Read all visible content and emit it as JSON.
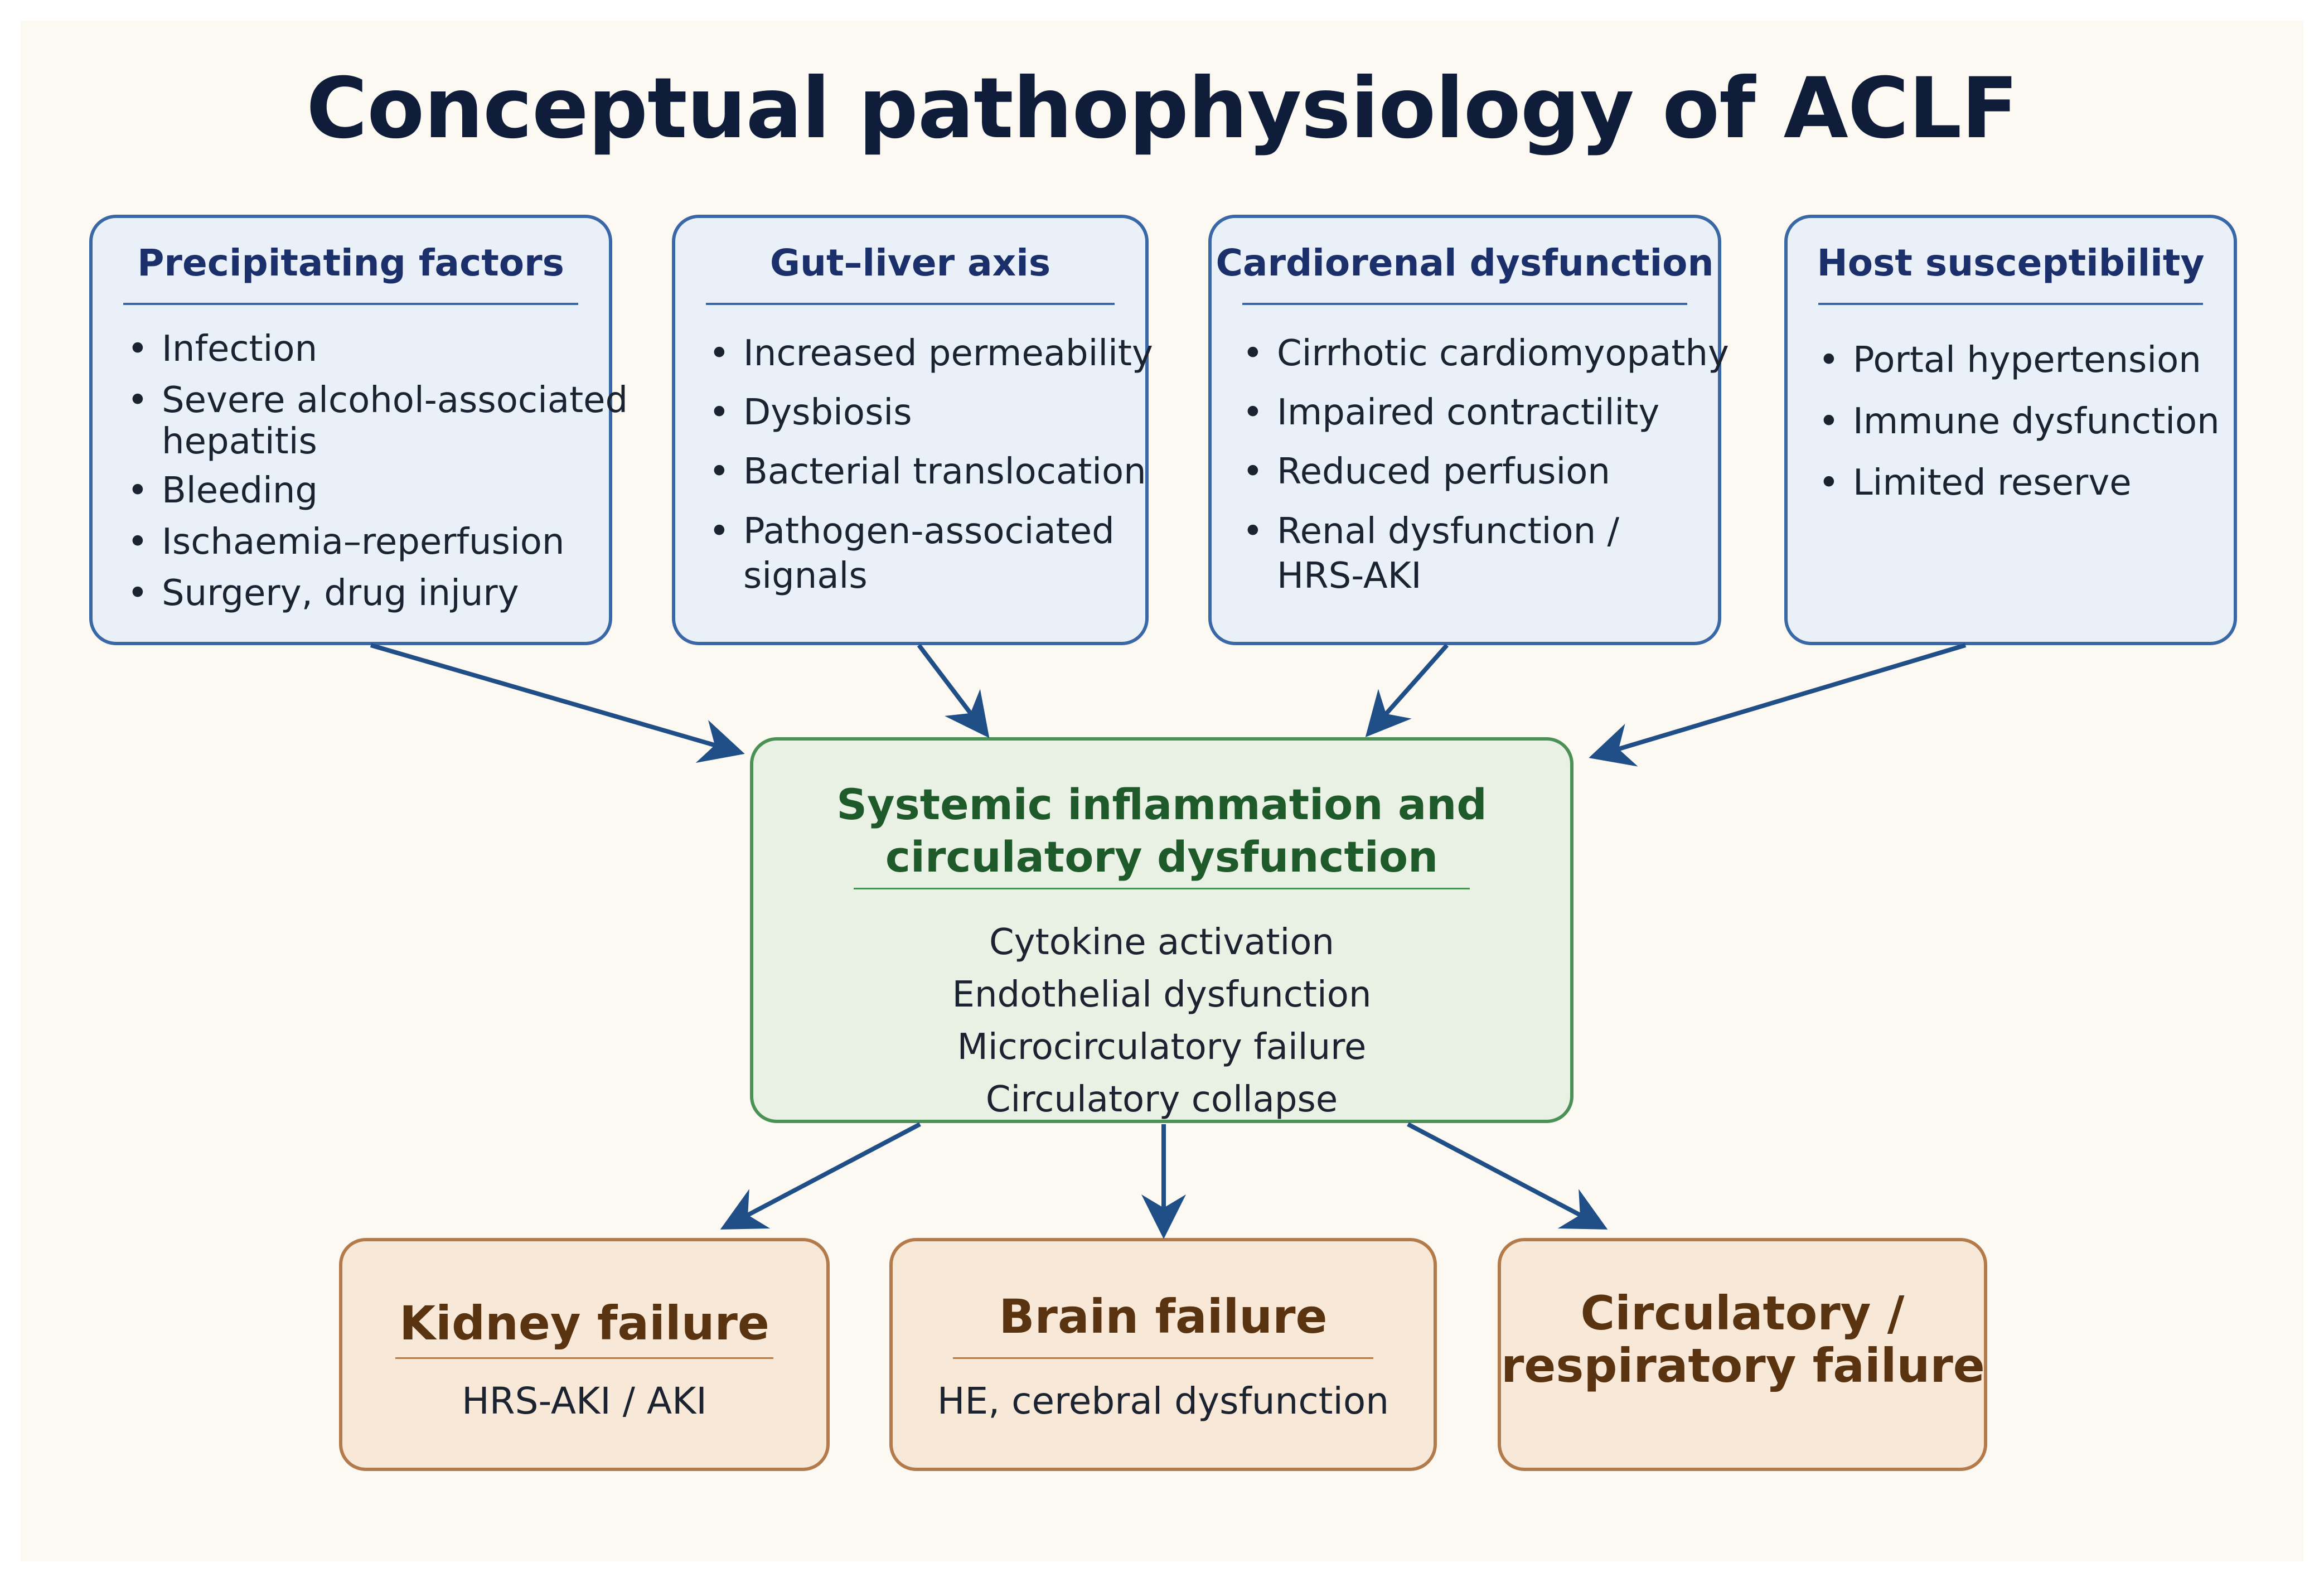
{
  "title": "Conceptual pathophysiology of ACLF",
  "boxes": {
    "precipitating": {
      "title": "Precipitating factors",
      "items": [
        "Infection",
        "Severe alcohol-associated",
        "hepatitis",
        "Bleeding",
        "Ischaemia–reperfusion",
        "Surgery, drug injury"
      ]
    },
    "gut_liver": {
      "title": "Gut–liver axis",
      "items": [
        "Increased permeability",
        "Dysbiosis",
        "Bacterial translocation",
        "Pathogen-associated",
        "signals"
      ]
    },
    "cardiorenal": {
      "title": "Cardiorenal dysfunction",
      "items": [
        "Cirrhotic cardiomyopathy",
        "Impaired contractility",
        "Reduced perfusion",
        "Renal dysfunction /",
        "HRS-AKI"
      ]
    },
    "host": {
      "title": "Host susceptibility",
      "items": [
        "Portal hypertension",
        "Immune dysfunction",
        "Limited reserve"
      ]
    },
    "systemic": {
      "title_line1": "Systemic inflammation and",
      "title_line2": "circulatory dysfunction",
      "lines": [
        "Cytokine activation",
        "Endothelial dysfunction",
        "Microcirculatory failure",
        "Circulatory collapse"
      ]
    },
    "kidney": {
      "title": "Kidney failure",
      "sub": "HRS-AKI / AKI"
    },
    "brain": {
      "title": "Brain failure",
      "sub": "HE, cerebral dysfunction"
    },
    "circulatory": {
      "title_line1": "Circulatory /",
      "title_line2": "respiratory failure"
    }
  },
  "colors": {
    "arrow": "#1f4f86",
    "blue_border": "#3a68a6",
    "green_border": "#4b9055",
    "tan_border": "#b37b4b"
  }
}
